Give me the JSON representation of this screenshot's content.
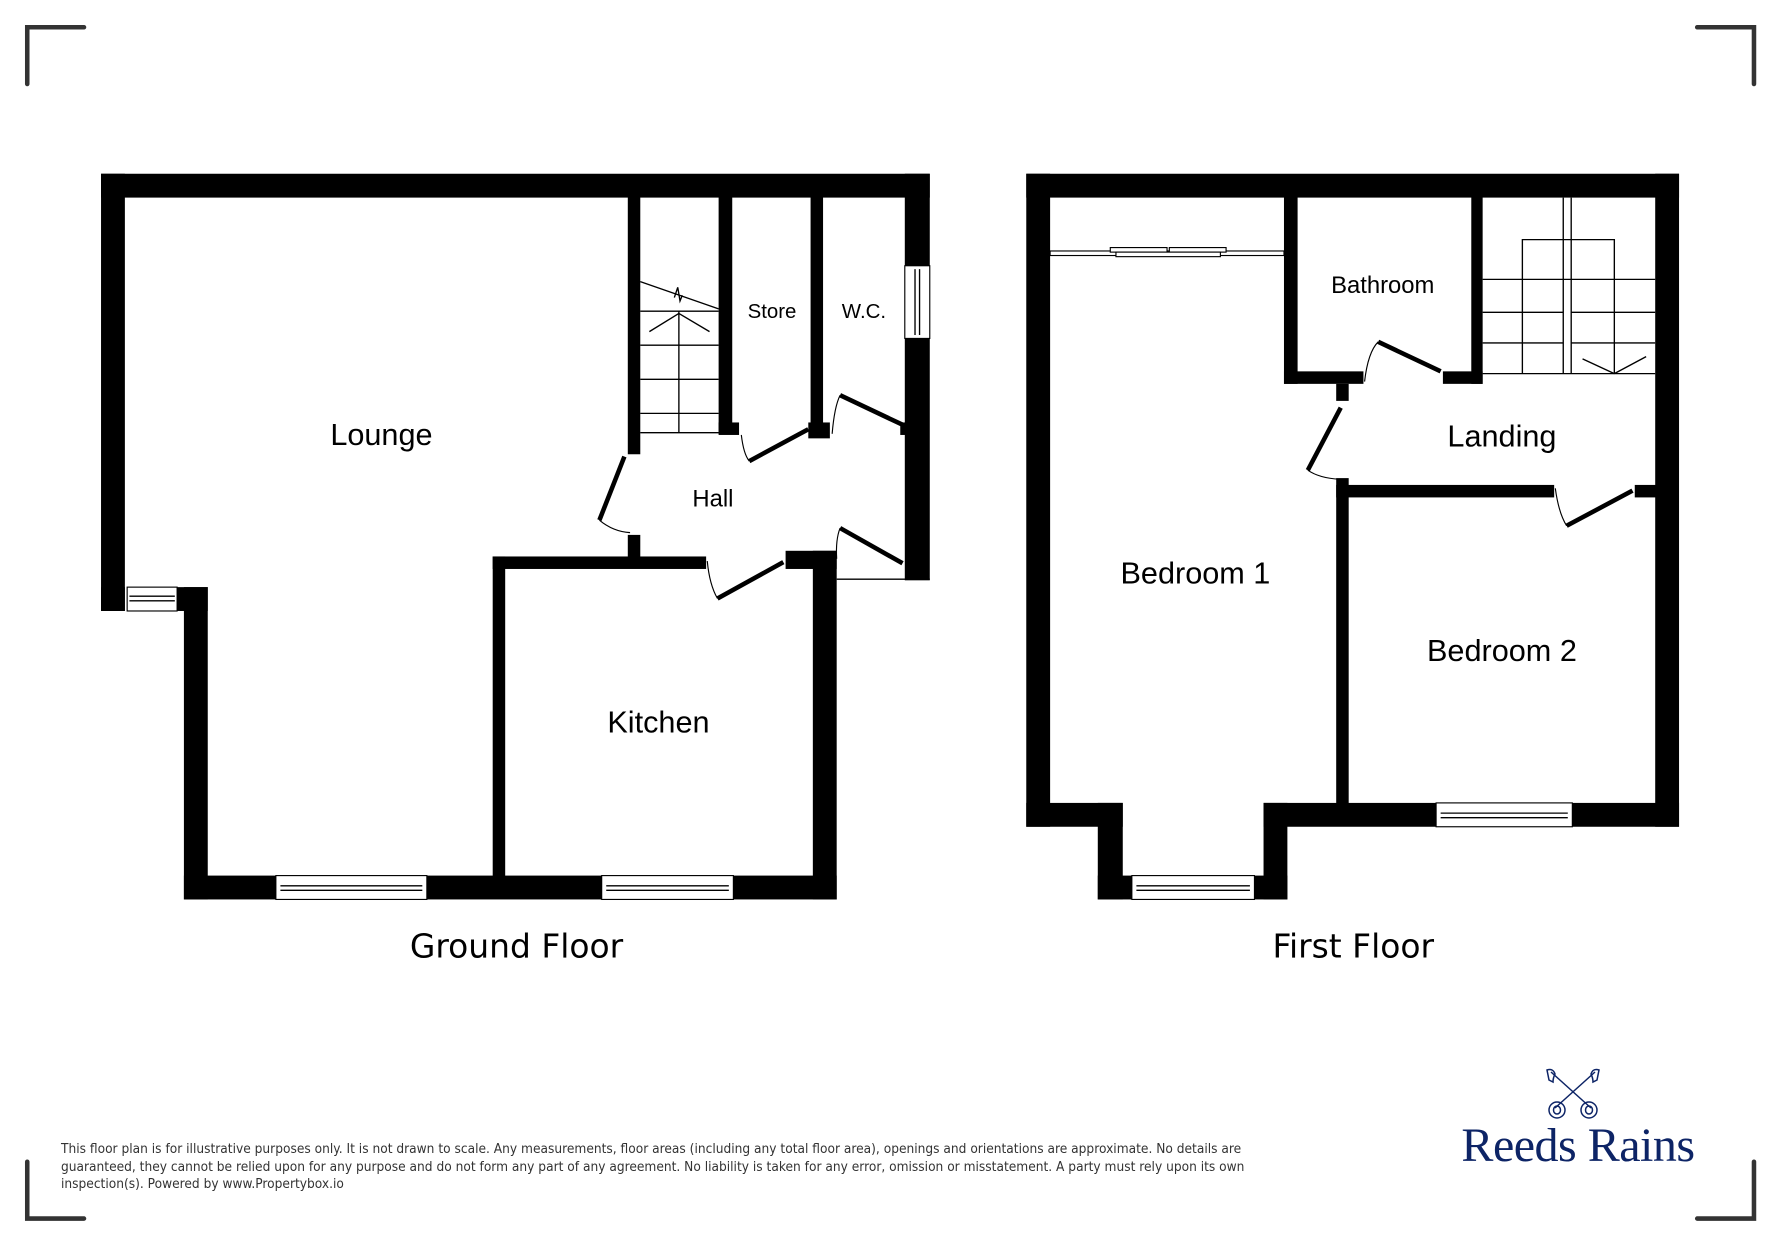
{
  "floors": [
    {
      "label": "Ground Floor",
      "rooms": [
        "Lounge",
        "Hall",
        "Store",
        "W.C.",
        "Kitchen"
      ]
    },
    {
      "label": "First Floor",
      "rooms": [
        "Bathroom",
        "Landing",
        "Bedroom 1",
        "Bedroom 2"
      ]
    }
  ],
  "ground_floor": {
    "label": "Ground Floor",
    "lounge": "Lounge",
    "hall": "Hall",
    "store": "Store",
    "wc": "W.C.",
    "kitchen": "Kitchen"
  },
  "first_floor": {
    "label": "First Floor",
    "bathroom": "Bathroom",
    "landing": "Landing",
    "bedroom1": "Bedroom 1",
    "bedroom2": "Bedroom 2"
  },
  "footer": {
    "disclaimer": "This floor plan is for illustrative purposes only. It is not drawn to scale. Any measurements, floor areas (including any total floor area), openings and orientations are approximate. No details are guaranteed, they cannot be relied upon for any purpose and do not form any part of any agreement. No liability is taken for any error, omission or misstatement. A party must rely upon its own inspection(s). Powered by www.Propertybox.io",
    "brand": "Reeds Rains",
    "brand_icon": "crossed-keys-icon",
    "brand_color": "#0d2466"
  },
  "colors": {
    "wall": "#000000",
    "background": "#ffffff",
    "bracket": "#333333"
  }
}
